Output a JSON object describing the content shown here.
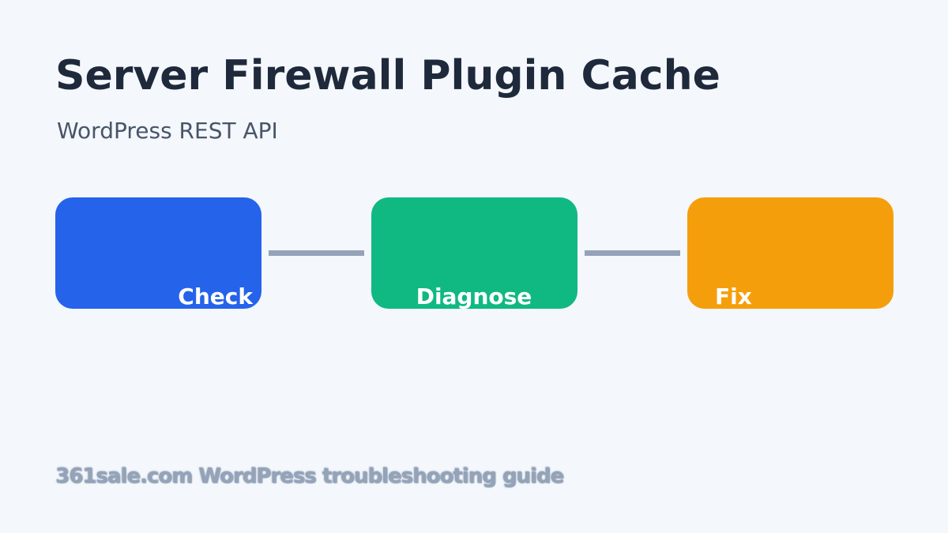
{
  "header": {
    "title": "Server Firewall Plugin Cache",
    "subtitle": "WordPress REST API"
  },
  "flow": {
    "steps": [
      {
        "label": "Check",
        "color": "#2563eb"
      },
      {
        "label": "Diagnose",
        "color": "#10b981"
      },
      {
        "label": "Fix",
        "color": "#f59e0b"
      }
    ],
    "connector_color": "#94a3b8"
  },
  "footer": {
    "text": "361sale.com WordPress troubleshooting guide"
  }
}
